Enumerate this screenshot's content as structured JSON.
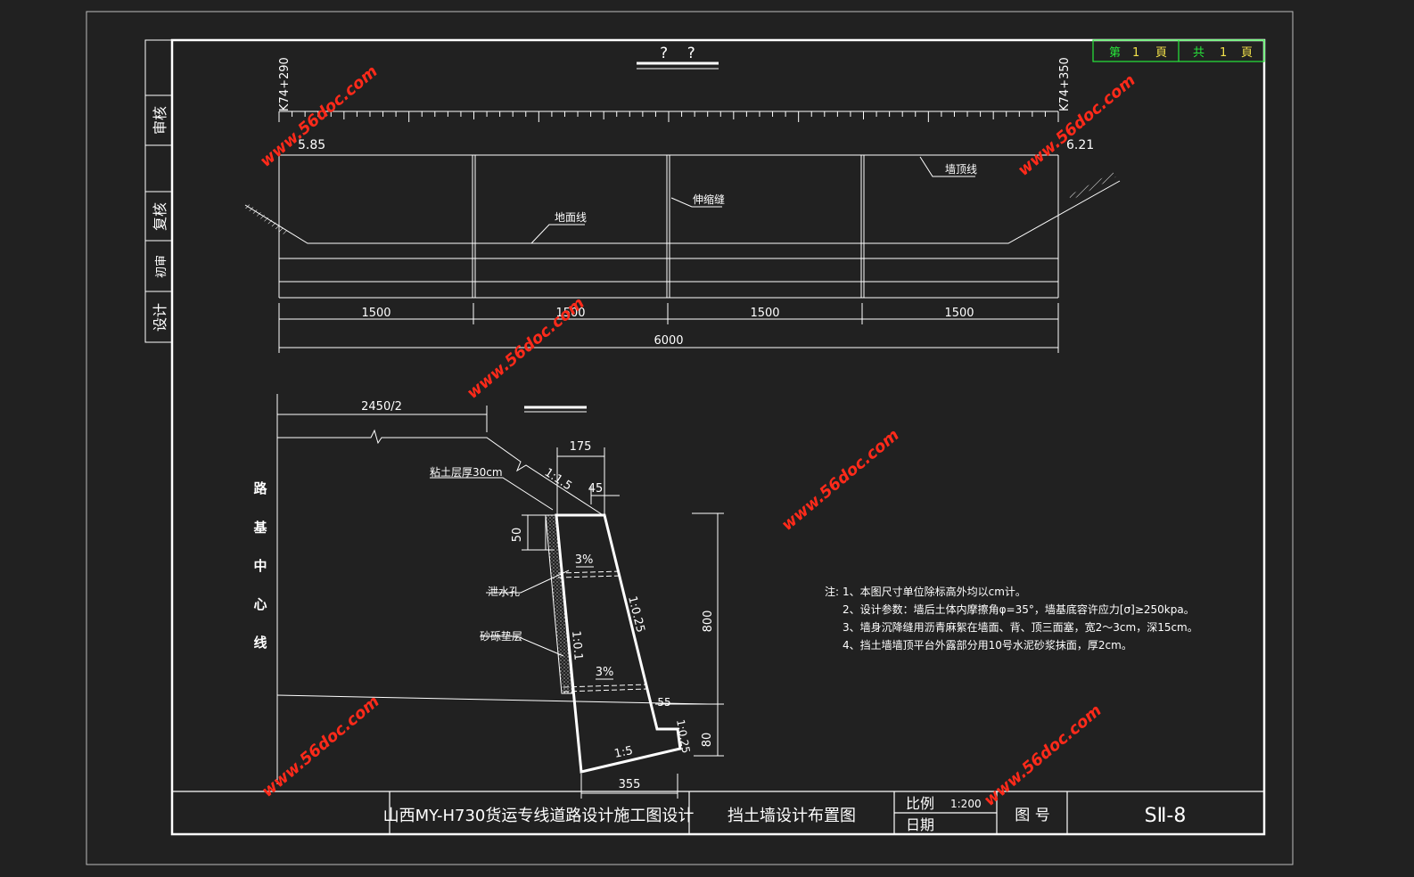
{
  "page_header": {
    "sheet_label_left": "第",
    "sheet_no": "1",
    "sheet_unit_left": "頁",
    "total_label": "共",
    "total_no": "1",
    "total_unit": "頁",
    "title_marks": "?    ?"
  },
  "side_labels": [
    "审核",
    "复核",
    "初审",
    "设计"
  ],
  "elevation_view": {
    "station_left": "K74+290",
    "station_right": "K74+350",
    "elev_left": "5.85",
    "elev_right": "6.21",
    "label_wall_top": "墙顶线",
    "label_expansion_joint": "伸缩缝",
    "label_ground_line": "地面线",
    "segments": [
      "1500",
      "1500",
      "1500",
      "1500"
    ],
    "total_length": "6000"
  },
  "section_view": {
    "half_width": "2450/2",
    "centerline": [
      "路",
      "基",
      "中",
      "心",
      "线"
    ],
    "top_width": "175",
    "offset": "45",
    "slope_fill": "1:1.5",
    "clay_layer": "粘土层厚30cm",
    "cap_height": "50",
    "drain_hole": "泄水孔",
    "gravel_layer": "砂砾垫层",
    "back_slope": "1:0.1",
    "face_slope": "1:0.25",
    "crossfall_upper": "3%",
    "crossfall_lower": "3%",
    "wall_height": "800",
    "toe_width": "55",
    "toe_slope": "1:0.25",
    "base_slope": "1:5",
    "toe_height": "80",
    "base_width": "355"
  },
  "notes": {
    "prefix": "注:",
    "lines": [
      "1、本图尺寸单位除标高外均以cm计。",
      "2、设计参数：墙后土体内摩擦角φ=35°，墙基底容许应力[σ]≥250kpa。",
      "3、墙身沉降缝用沥青麻絮在墙面、背、顶三面塞，宽2～3cm，深15cm。",
      "4、挡土墙墙顶平台外露部分用10号水泥砂浆抹面，厚2cm。"
    ]
  },
  "title_block": {
    "project": "山西MY-H730货运专线道路设计施工图设计",
    "drawing_name": "挡土墙设计布置图",
    "scale_label": "比例",
    "scale_value": "1:200",
    "date_label": "日期",
    "drawing_no_label": "图 号",
    "drawing_no": "SⅡ-8"
  },
  "watermarks": [
    "www.56doc.com",
    "www.56doc.com",
    "www.56doc.com",
    "www.56doc.com",
    "www.56doc.com",
    "www.56doc.com"
  ],
  "colors": {
    "background": "#212121",
    "line": "#ffffff",
    "watermark": "#ff2a1a",
    "header_green": "#27e83a",
    "header_yellow": "#f2e14a"
  }
}
